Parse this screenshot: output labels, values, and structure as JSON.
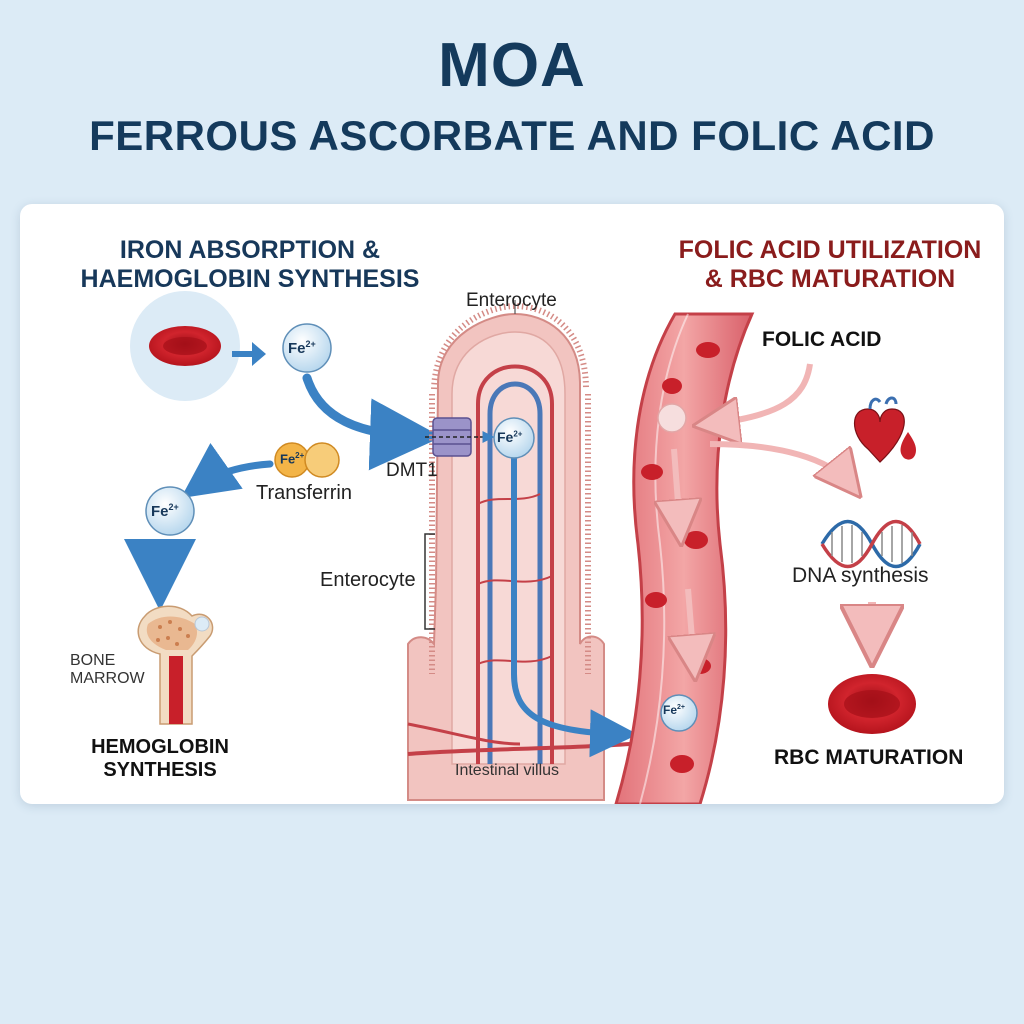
{
  "header": {
    "title": "MOA",
    "subtitle": "FERROUS ASCORBATE AND FOLIC ACID"
  },
  "left_panel": {
    "heading_line1": "IRON ABSORPTION &",
    "heading_line2": "HAEMOGLOBIN SYNTHESIS",
    "fe_label": "Fe",
    "fe_charge": "2+",
    "transferrin_label": "Transferrin",
    "bone_marrow_line1": "BONE",
    "bone_marrow_line2": "MARROW",
    "result_line1": "HEMOGLOBIN",
    "result_line2": "SYNTHESIS"
  },
  "center_panel": {
    "enterocyte_top_label": "Enterocyte",
    "enterocyte_side_label": "Enterocyte",
    "dmt1_label": "DMT1",
    "villus_label": "Intestinal villus"
  },
  "right_panel": {
    "heading_line1": "FOLIC ACID UTILIZATION",
    "heading_line2": "& RBC MATURATION",
    "folic_acid_label": "FOLIC ACID",
    "dna_label": "DNA synthesis",
    "result_label": "RBC MATURATION"
  },
  "colors": {
    "title": "#143a5c",
    "left_heading": "#17385a",
    "right_heading": "#8a1c1c",
    "arrow_blue": "#3b82c4",
    "arrow_pink": "#e79a9a",
    "rbc_red": "#c8202a",
    "background": "#dcebf6"
  }
}
